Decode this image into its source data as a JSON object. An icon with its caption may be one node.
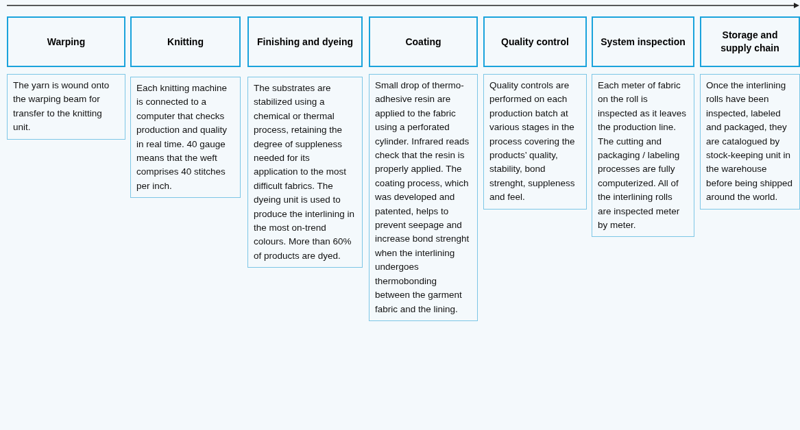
{
  "diagram": {
    "nodes": [
      {
        "text": [
          "Warping"
        ]
      },
      {
        "text": [
          "Knitting"
        ]
      },
      {
        "text": [
          "Finishing and dyeing"
        ]
      },
      {
        "text": [
          "Coating"
        ]
      },
      {
        "text": [
          "Quality control"
        ]
      },
      {
        "text": [
          "System inspection"
        ]
      },
      {
        "text": [
          "Storage and supply chain"
        ]
      },
      {
        "text": [
          "The yarn is wound onto the warping beam for transfer to the knitting unit."
        ]
      },
      {
        "text": [
          "Each knitting machine is connected to a computer that checks production and quality in real time. 40 gauge means that the weft comprises 40 stitches per inch."
        ]
      },
      {
        "text": [
          "The substrates are stabilized using a chemical or thermal process, retaining the degree of suppleness needed for its application to the most difficult fabrics. The dyeing unit is used to produce the interlining in the most on-trend colours. More than 60% of products are dyed."
        ]
      },
      {
        "text": [
          "Small drop of thermo-adhesive resin are applied to the fabric using a perforated cylinder. Infrared reads check that the resin is properly applied. The coating process, which was developed and patented, helps to prevent seepage and increase bond strenght when the interlining undergoes thermobonding between the garment fabric and the lining."
        ]
      },
      {
        "text": [
          "Quality controls are performed on each production batch at various stages in the process covering the products’ quality, stability, bond strenght, suppleness and feel."
        ]
      },
      {
        "text": [
          "Each meter of fabric on the roll is inspected as it leaves the production line. The cutting and packaging / labeling processes are fully computerized. All of the interlining rolls are inspected meter by meter."
        ]
      },
      {
        "text": [
          "Once the interlining rolls have been inspected, labeled and packaged, they are catalogued by stock-keeping unit in the warehouse before being shipped around the world."
        ]
      }
    ]
  }
}
